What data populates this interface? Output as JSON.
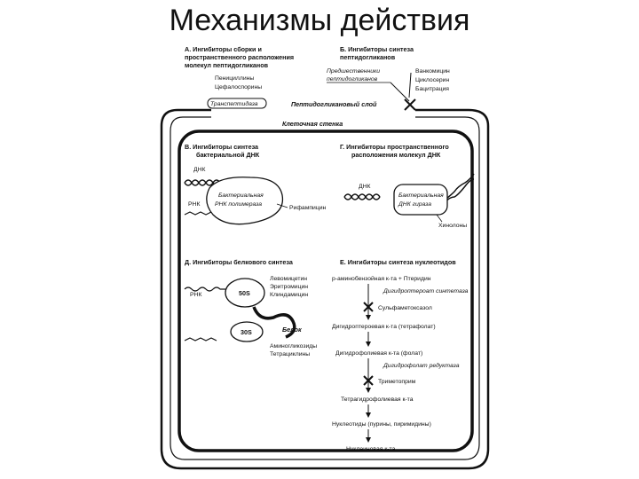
{
  "slide": {
    "title": "Механизмы действия"
  },
  "figure": {
    "sectionA": {
      "heading": [
        "А. Ингибиторы сборки и",
        "пространственного расположения",
        "молекул пептидогликанов"
      ],
      "drugs": [
        "Пенициллины",
        "Цефалоспорины"
      ],
      "enzyme": "Транспептидаза"
    },
    "sectionB": {
      "heading": [
        "Б. Ингибиторы синтеза",
        "пептидогликанов"
      ],
      "precursor": [
        "Предшественники",
        "пептидогликанов"
      ],
      "drugs": [
        "Ванкомицин",
        "Циклосерин",
        "Бацитрация"
      ]
    },
    "layers": {
      "peptidoglycan": "Пептидогликановый слой",
      "cell_wall": "Клеточная стенка"
    },
    "sectionV": {
      "heading": [
        "В. Ингибиторы синтеза",
        "бактериальной ДНК"
      ],
      "dna": "ДНК",
      "rna": "РНК",
      "enzyme": [
        "Бактериальная",
        "РНК полимераза"
      ],
      "drug": "Рифампицин"
    },
    "sectionG": {
      "heading": [
        "Г. Ингибиторы пространственного",
        "расположения молекул ДНК"
      ],
      "dna": "ДНК",
      "enzyme": [
        "Бактериальная",
        "ДНК гираза"
      ],
      "drug": "Хинолоны"
    },
    "sectionD": {
      "heading": "Д. Ингибиторы белкового синтеза",
      "drugs_top": [
        "Левомицетин",
        "Эритромицин",
        "Клиндамицин"
      ],
      "rna": "РНК",
      "subunit_large": "50S",
      "subunit_small": "30S",
      "protein": "Белок",
      "drugs_bottom": [
        "Аминогликозиды",
        "Тетрациклины"
      ]
    },
    "sectionE": {
      "heading": "Е. Ингибиторы синтеза нуклеотидов",
      "step1": "р-аминобензойная к-та + Птеридин",
      "enzyme1": "Дигидроптероат синтетаза",
      "drug1": "Сульфаметоксазол",
      "step2": "Дигидроптероевая к-та (тетрафолат)",
      "step3": "Дигидрофолиевая к-та (фолат)",
      "enzyme2": "Дигидрофолат редуктаза",
      "drug2": "Триметоприм",
      "step4": "Тетрагидрофолиевая к-та",
      "step5": "Нуклеотиды (пурины, пиримидины)",
      "step6": "Нуклеиновая к-та"
    }
  }
}
